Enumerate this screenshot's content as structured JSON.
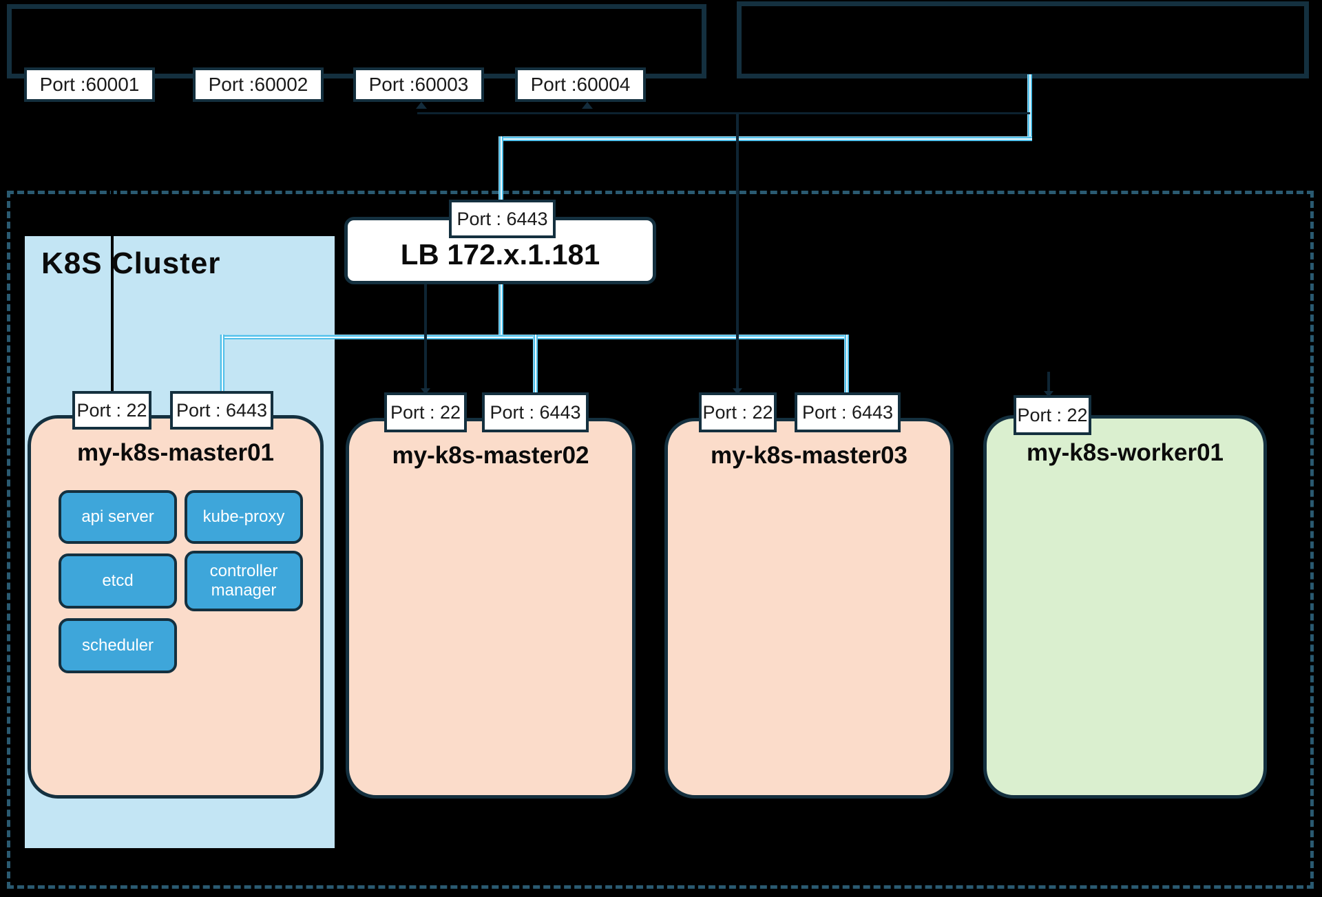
{
  "external": {
    "ssh_ports": [
      "Port :60001",
      "Port :60002",
      "Port :60003",
      "Port :60004"
    ]
  },
  "lb": {
    "port": "Port : 6443",
    "label": "LB 172.x.1.181"
  },
  "cluster": {
    "label": "K8S Cluster"
  },
  "nodes": [
    {
      "name": "my-k8s-master01",
      "port_ssh": "Port : 22",
      "port_api": "Port : 6443",
      "components": [
        "api server",
        "kube-proxy",
        "etcd",
        "controller manager",
        "scheduler"
      ]
    },
    {
      "name": "my-k8s-master02",
      "port_ssh": "Port : 22",
      "port_api": "Port : 6443"
    },
    {
      "name": "my-k8s-master03",
      "port_ssh": "Port : 22",
      "port_api": "Port : 6443"
    },
    {
      "name": "my-k8s-worker01",
      "port_ssh": "Port : 22"
    }
  ],
  "colors": {
    "background": "#000000",
    "border_navy": "#14303f",
    "master_fill": "#fbdcca",
    "worker_fill": "#daefcf",
    "cluster_fill": "#c3e5f4",
    "component_fill": "#3ea6da",
    "connector_blue": "#4fbfe9",
    "dashed_border": "#2a5a71",
    "label_bg": "#ffffff"
  }
}
